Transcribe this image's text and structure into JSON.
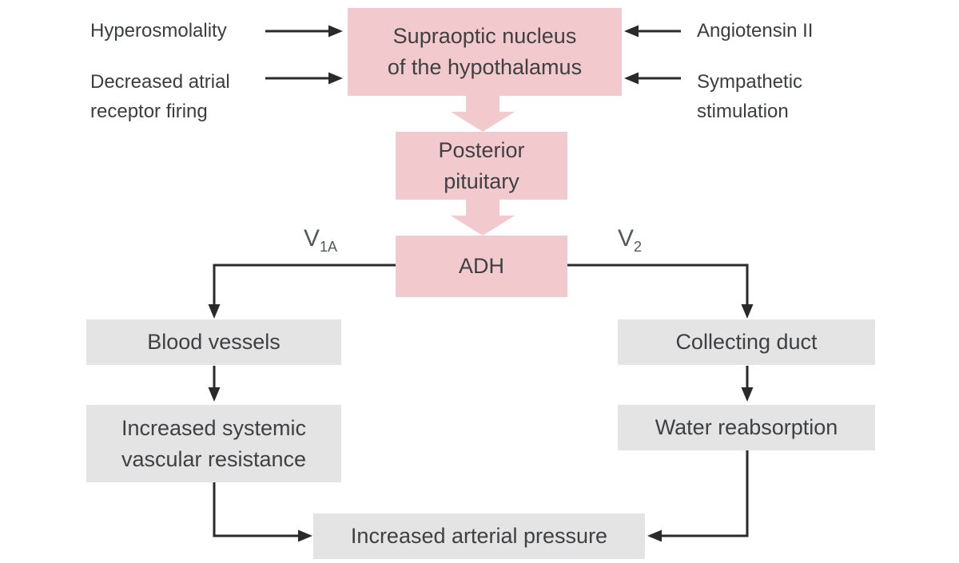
{
  "nodes": {
    "supraoptic": {
      "line1": "Supraoptic nucleus",
      "line2": "of the hypothalamus"
    },
    "posterior_pituitary": {
      "line1": "Posterior",
      "line2": "pituitary"
    },
    "adh": {
      "label": "ADH"
    },
    "blood_vessels": {
      "label": "Blood vessels"
    },
    "increased_svr": {
      "line1": "Increased systemic",
      "line2": "vascular resistance"
    },
    "collecting_duct": {
      "label": "Collecting duct"
    },
    "water_reabsorption": {
      "label": "Water reabsorption"
    },
    "increased_arterial_pressure": {
      "label": "Increased arterial pressure"
    }
  },
  "stimuli": {
    "hyperosmolality": {
      "line1": "Hyperosmolality"
    },
    "decreased_atrial": {
      "line1": "Decreased atrial",
      "line2": "receptor firing"
    },
    "angiotensin": {
      "line1": "Angiotensin II"
    },
    "sympathetic": {
      "line1": "Sympathetic",
      "line2": "stimulation"
    }
  },
  "receptors": {
    "v1a": {
      "base": "V",
      "sub": "1A"
    },
    "v2": {
      "base": "V",
      "sub": "2"
    }
  },
  "colors": {
    "node_pink": "#f2c9cc",
    "node_gray": "#e4e4e4",
    "text_dark": "#3f4043",
    "arrow_black": "#2b2a2a",
    "receptor_gray": "#54575b"
  }
}
